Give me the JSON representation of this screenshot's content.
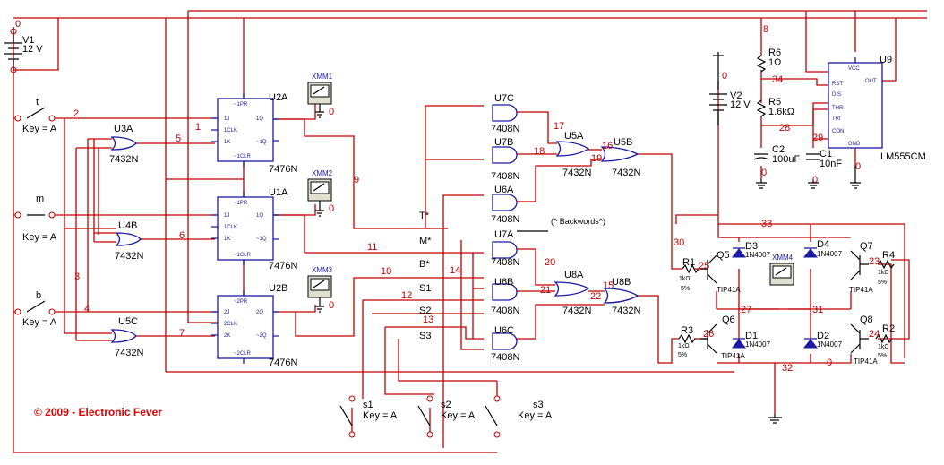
{
  "copyright": "© 2009 - Electronic Fever",
  "sources": {
    "v1": {
      "name": "V1",
      "value": "12 V",
      "node": "0"
    },
    "v2": {
      "name": "V2",
      "value": "12 V",
      "node": "0"
    }
  },
  "switches": {
    "t": {
      "name": "t",
      "key": "Key = A"
    },
    "m": {
      "name": "m",
      "key": "Key = A"
    },
    "b": {
      "name": "b",
      "key": "Key = A"
    },
    "s1": {
      "name": "s1",
      "key": "Key = A"
    },
    "s2": {
      "name": "s2",
      "key": "Key = A"
    },
    "s3": {
      "name": "s3",
      "key": "Key = A"
    }
  },
  "or_gates": {
    "u3a": {
      "name": "U3A",
      "part": "7432N"
    },
    "u4b": {
      "name": "U4B",
      "part": "7432N"
    },
    "u5c": {
      "name": "U5C",
      "part": "7432N"
    },
    "u5a": {
      "name": "U5A",
      "part": "7432N"
    },
    "u5b": {
      "name": "U5B",
      "part": "7432N"
    },
    "u8a": {
      "name": "U8A",
      "part": "7432N"
    },
    "u8b": {
      "name": "U8B",
      "part": "7432N"
    }
  },
  "and_gates": {
    "u7c": {
      "name": "U7C",
      "part": "7408N"
    },
    "u7b": {
      "name": "U7B",
      "part": "7408N"
    },
    "u6a": {
      "name": "U6A",
      "part": "7408N"
    },
    "u7a": {
      "name": "U7A",
      "part": "7408N"
    },
    "u6b": {
      "name": "U6B",
      "part": "7408N"
    },
    "u6c": {
      "name": "U6C",
      "part": "7408N"
    }
  },
  "flipflops": [
    {
      "name": "U2A",
      "part": "7476N",
      "pins": {
        "pr": "~1PR",
        "j": "1J",
        "clk": "1CLK",
        "k": "1K",
        "clr": "~1CLR",
        "q": "1Q",
        "qn": "~1Q"
      }
    },
    {
      "name": "U1A",
      "part": "7476N",
      "pins": {
        "pr": "~1PR",
        "j": "1J",
        "clk": "1CLK",
        "k": "1K",
        "clr": "~1CLR",
        "q": "1Q",
        "qn": "~1Q"
      }
    },
    {
      "name": "U2B",
      "part": "7476N",
      "pins": {
        "pr": "~2PR",
        "j": "2J",
        "clk": "2CLK",
        "k": "2K",
        "clr": "~2CLR",
        "q": "2Q",
        "qn": "~2Q"
      }
    }
  ],
  "probes": [
    "XMM1",
    "XMM2",
    "XMM3",
    "XMM4"
  ],
  "timer": {
    "name": "U9",
    "part": "LM555CM",
    "pins": {
      "vcc": "VCC",
      "rst": "RST",
      "dis": "DIS",
      "thr": "THR",
      "tri": "TRI",
      "con": "CON",
      "gnd": "GND",
      "out": "OUT"
    }
  },
  "passives": {
    "r6": {
      "name": "R6",
      "value": "1Ω"
    },
    "r5": {
      "name": "R5",
      "value": "1.6kΩ"
    },
    "c2": {
      "name": "C2",
      "value": "100uF"
    },
    "c1": {
      "name": "C1",
      "value": "10nF"
    },
    "r1": {
      "name": "R1",
      "value": "1kΩ",
      "tol": "5%"
    },
    "r3": {
      "name": "R3",
      "value": "1kΩ",
      "tol": "5%"
    },
    "r4": {
      "name": "R4",
      "value": "1kΩ",
      "tol": "5%"
    },
    "r2": {
      "name": "R2",
      "value": "1kΩ",
      "tol": "5%"
    }
  },
  "transistors": {
    "q5": {
      "name": "Q5",
      "part": "TIP41A"
    },
    "q6": {
      "name": "Q6",
      "part": "TIP41A"
    },
    "q7": {
      "name": "Q7",
      "part": "TIP41A"
    },
    "q8": {
      "name": "Q8",
      "part": "TIP41A"
    }
  },
  "diodes": {
    "d3": {
      "name": "D3",
      "part": "1N4007"
    },
    "d1": {
      "name": "D1",
      "part": "1N4007"
    },
    "d4": {
      "name": "D4",
      "part": "1N4007"
    },
    "d2": {
      "name": "D2",
      "part": "1N4007"
    }
  },
  "signal_labels": {
    "t": "T*",
    "m": "M*",
    "b": "B*",
    "s1": "S1",
    "s2": "S2",
    "s3": "S3",
    "backwords": "(^ Backwords^)"
  },
  "nets": {
    "n0": "0",
    "n2": "2",
    "n1": "1",
    "n5": "5",
    "n6": "6",
    "n7": "7",
    "n3": "3",
    "n4": "4",
    "n9": "9",
    "n11": "11",
    "n10": "10",
    "n12": "12",
    "n13": "13",
    "n14": "14",
    "n17": "17",
    "n18": "18",
    "n19": "19",
    "n16": "16",
    "n20": "20",
    "n21": "21",
    "n22": "22",
    "n15": "15",
    "n8": "8",
    "n34": "34",
    "n28": "28",
    "n29": "29",
    "n30": "30",
    "n33": "33",
    "n25": "25",
    "n26": "26",
    "n27": "27",
    "n31": "31",
    "n32": "32",
    "n23": "23",
    "n24": "24"
  }
}
